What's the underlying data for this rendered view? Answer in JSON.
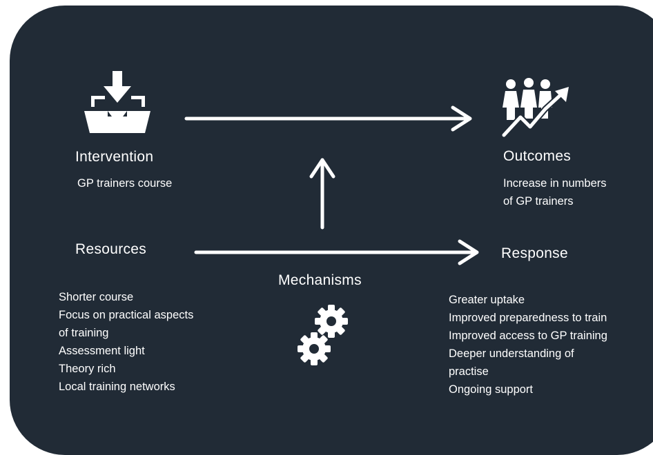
{
  "intervention": {
    "heading": "Intervention",
    "subtitle": "GP trainers course",
    "icon": "inbox-download-icon"
  },
  "outcomes": {
    "heading": "Outcomes",
    "lines": [
      "Increase in numbers",
      "of GP trainers"
    ],
    "icon": "people-growth-icon"
  },
  "resources": {
    "heading": "Resources",
    "items": [
      "Shorter course",
      "Focus on practical aspects",
      "of training",
      "Assessment light",
      "Theory rich",
      "Local training networks"
    ]
  },
  "mechanisms": {
    "heading": "Mechanisms",
    "icon": "gears-icon"
  },
  "response": {
    "heading": "Response",
    "items": [
      "Greater uptake",
      "Improved preparedness to train",
      "Improved access to GP training",
      "Deeper understanding of",
      "practise",
      "Ongoing support"
    ]
  },
  "colors": {
    "background": "#212b36",
    "foreground": "#ffffff"
  }
}
